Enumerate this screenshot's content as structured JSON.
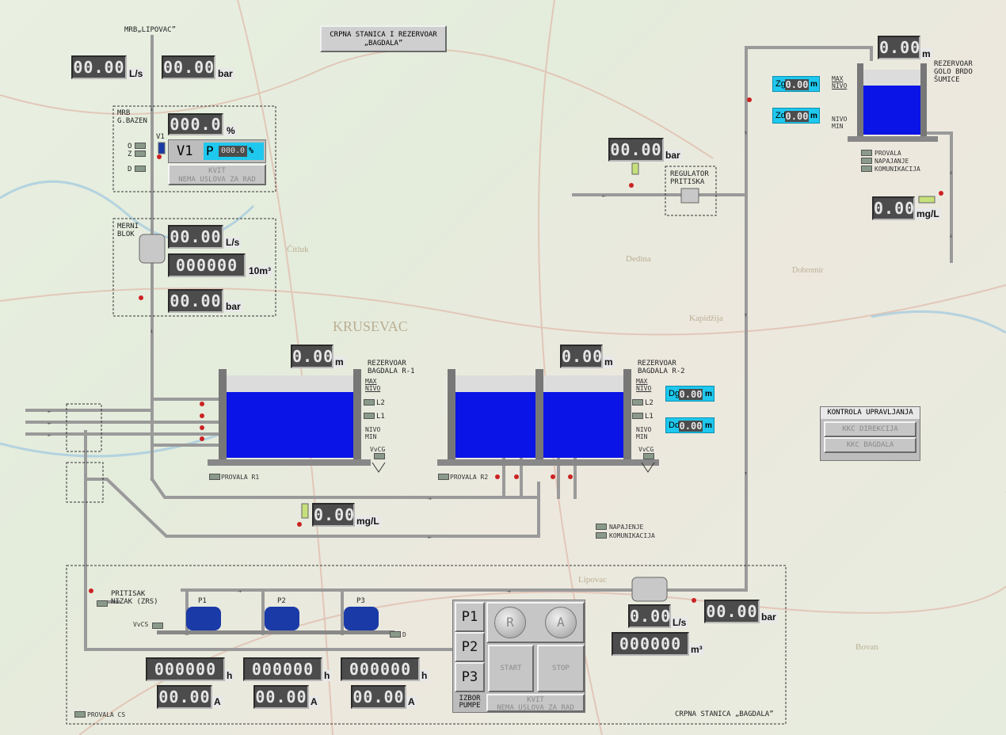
{
  "title": "CRPNA STANICA I REZERVOAR\n„BAGDALA”",
  "colors": {
    "water": "#0a14e6",
    "display_bg": "#4c4c4c",
    "cyan": "#1ec8ee",
    "panel": "#c6c6c6"
  },
  "inflow": {
    "label": "MRB„LIPOVAC”",
    "flow_value": "00.00",
    "flow_unit": "L/s",
    "press_value": "00.00",
    "press_unit": "bar"
  },
  "mrb_bazen": {
    "label": "MRB\nG.BAZEN",
    "level_value": "000.0",
    "level_unit": "%",
    "o": "O",
    "z": "Z",
    "d": "D",
    "valve": "V1",
    "v1_label": "V1",
    "p_label": "P",
    "p_value": "000.0",
    "p_unit": "%",
    "kvit": "KVIT",
    "kvit_sub": "NEMA USLOVA ZA RAD"
  },
  "merni_blok": {
    "label": "MERNI\nBLOK",
    "flow_value": "00.00",
    "flow_unit": "L/s",
    "total_value": "000000",
    "total_unit": "10m³",
    "press_value": "00.00",
    "press_unit": "bar"
  },
  "tank_r1": {
    "level_value": "0.00",
    "level_unit": "m",
    "name": "REZERVOAR\nBAGDALA R-1",
    "max": "MAX\nNIVO",
    "l2": "L2",
    "l1": "L1",
    "min": "NIVO\nMIN",
    "vvcg": "VvCG",
    "provala": "PROVALA R1"
  },
  "tank_r2": {
    "level_value": "0.00",
    "level_unit": "m",
    "name": "REZERVOAR\nBAGDALA R-2",
    "max": "MAX\nNIVO",
    "l2": "L2",
    "l1": "L1",
    "min": "NIVO\nMIN",
    "vvcg": "VvCG",
    "provala": "PROVALA R2",
    "dg_label": "Dg",
    "dg_value": "0.00",
    "dg_unit": "m",
    "dd_label": "Dd",
    "dd_value": "0.00",
    "dd_unit": "m"
  },
  "chlorine_mid": {
    "value": "0.00",
    "unit": "mg/L"
  },
  "status_mid": {
    "napajanje": "NAPAJENJE",
    "komunikacija": "KOMUNIKACIJA"
  },
  "regulator": {
    "press_value": "00.00",
    "press_unit": "bar",
    "label": "REGULATOR\nPRITISKA"
  },
  "golo_brdo": {
    "level_value": "0.00",
    "level_unit": "m",
    "name": "REZERVOAR\nGOLO BRDO\nŠUMICE",
    "zg_label": "Zg",
    "zg_value": "0.00",
    "zg_unit": "m",
    "zd_label": "Zd",
    "zd_value": "0.00",
    "zd_unit": "m",
    "max": "MAX\nNIVO",
    "min": "NIVO\nMIN",
    "provala": "PROVALA",
    "napajanje": "NAPAJANJE",
    "komunikacija": "KOMUNIKACIJA",
    "chlor_value": "0.00",
    "chlor_unit": "mg/L"
  },
  "kontrola": {
    "title": "KONTROLA UPRAVLJANJA",
    "btn1": "KKC DIREKCIJA",
    "btn2": "KKC BAGDALA"
  },
  "pump_station": {
    "title": "CRPNA STANICA „BAGDALA”",
    "pritisak": "PRITISAK\nNIZAK (ZRS)",
    "vvcs": "VvCS",
    "d": "D",
    "provala_cs": "PROVALA CS",
    "pumps": [
      {
        "label": "P1",
        "hours": "000000",
        "hours_unit": "h",
        "amps": "00.00",
        "amps_unit": "A"
      },
      {
        "label": "P2",
        "hours": "000000",
        "hours_unit": "h",
        "amps": "00.00",
        "amps_unit": "A"
      },
      {
        "label": "P3",
        "hours": "000000",
        "hours_unit": "h",
        "amps": "00.00",
        "amps_unit": "A"
      }
    ],
    "flow_value": "0.00",
    "flow_unit": "L/s",
    "total_value": "000000",
    "total_unit": "m³",
    "press_value": "00.00",
    "press_unit": "bar"
  },
  "control_panel": {
    "p1": "P1",
    "p2": "P2",
    "p3": "P3",
    "izbor": "IZBOR\nPUMPE",
    "r": "R",
    "a": "A",
    "start": "START",
    "stop": "STOP",
    "kvit": "KVIT",
    "kvit_sub": "NEMA USLOVA ZA RAD"
  }
}
